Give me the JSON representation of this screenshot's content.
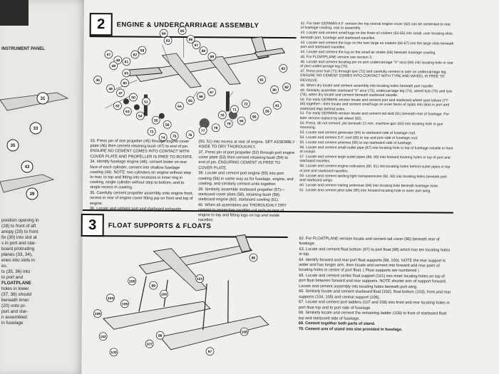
{
  "left_page": {
    "panel_label": "INSTRUMENT PANEL",
    "callouts": [
      "31",
      "33",
      "35",
      "43",
      "39"
    ],
    "text_lines": [
      "position opening in",
      "(28) to front of aft",
      "anopy (29) to front",
      "fix (30) into slot at",
      "s in port and star-",
      "board protruding",
      "planes (33, 34),",
      "enes into slots in",
      "es.",
      "ts (35, 36) into",
      "to port and",
      "FLOATPLANE",
      "holes in lower",
      "(37, 38) should",
      "beneath inner",
      "(20) onto pr-",
      "port and star-",
      "n assembled",
      "in fuselage"
    ]
  },
  "step2": {
    "number": "2",
    "title": "ENGINE & UNDERCARRIAGE ASSEMBLY",
    "callouts": [
      "84",
      "85",
      "83",
      "86",
      "87",
      "88",
      "89",
      "82",
      "58",
      "48",
      "57",
      "49",
      "62",
      "61",
      "63",
      "60",
      "81",
      "80",
      "92",
      "45",
      "46",
      "47",
      "50",
      "51",
      "52",
      "53",
      "54",
      "55",
      "56",
      "64",
      "65",
      "66",
      "67",
      "70",
      "71",
      "72",
      "73",
      "74",
      "75",
      "76",
      "77",
      "78",
      "79",
      "94",
      "95",
      "59",
      "91"
    ],
    "col1": [
      "33. Press pin of one propeller (45) through engine cover plate (46) then cement retaining bush (47) to end of pin. ENSURE NO CEMENT COMES INTO CONTACT WITH COVER PLATE AND PROPELLER IS FREE TO ROTATE.",
      "34. Identify fuselage engine (48), cement boiler on rear face of each cylinder, cement into shallow fuselage cowling (49). NOTE: two cylinders on engine without step to rear, to top and fitting into recesses in inner ring in cowling, single cylinder without step to bottom, and to single recess in cowling.",
      "35. Carefully cement propeller assembly onto engine front, recess in rear of engine cover fitting pip on front and top of engine.",
      "36. Locate and cement port and starboard exhausts"
    ],
    "col2": [
      "(50, 51) into recess at rear of engine. SET ASSEMBLY ASIDE TO DRY THOROUGHLY.",
      "37. Press pin of port propeller (52) through port engine cover plate (53) then cement retaining bush (54) to end of pin. ENSURING CEMENT IS FREE TO COVER PLATE.",
      "38. Locate and cement port engine (55) into port cowling (56) in same way as for fuselage, engine, and cowling, and similarly cement units together.",
      "39. Similarly assemble starboard propeller (57)—starboard cover plate (58), retaining bush (59), starboard engine (60), starboard cowling (61).",
      "40. When all assemblies are THOROUGHLY DRY cement to respective nacelles cut outs on rear of engine to top and fitting lugs on top and inside nacelles."
    ],
    "col3": [
      "41. For later GERMAN A.F. version the top central engine cover (62) can be cemented to rear of fuselage cowling, visit to assembly.",
      "42. Locate and cement small lugs on the three oil coolers (63-65) into small, over locating slots beneath port, fuselage and starboard nacelles.",
      "43. Locate and cement the lugs on the twin large air intakes (66-67) into the large slots beneath port and starboard nacelles.",
      "44. Locate and cement the lug on the small air intake (68) beneath fuselage cowling.",
      "45. For FLOATPLANE version see section 3.",
      "46. Locate and cement locating pin on port undercarriage “V” strut (69) into locating hole in rear of port undercarriage leg (70).",
      "47. Press port hub (71) through tyre (72) and carefully cement to axle on undercarriage leg. ENSURE NO CEMENT COMES INTO CONTACT WITH TYRE AND WHEEL IS FREE TO REVOLVE.",
      "48. When dry locate and cement assembly into locating holes beneath port nacelle.",
      "49. Similarly assemble starboard “V” strut (73), undercarriage leg (74), wheel hub (75) and tyre (76), when dry locate and cement beneath starboard nacelle.",
      "50. For early GERMAN version locate and cement port and starboard wheel spat halves (77-80) together—then locate and cement small lugs on inner faces of spats into slots in port and starboard legs behind axles.",
      "51. For early GERMAN version locate and cement tail skid (81) beneath rear of fuselage. For later version replace by tail wheel (82).",
      "52. Press, do not cement, pin beneath 13 mm. machine-gun (83) into locating hole in gun mounting.",
      "53. Locate and cement generator (84) to starboard side of fuselage roof.",
      "54. Locate and cement D.F. roof (85) to top and port side of fuselage roof.",
      "55. Locate and cement antenna (86) to top starboard side of fuselage.",
      "56. Locate and cement small outlet pipe (87) into locating hole in top of fuselage nacelle in front of cockpit.",
      "57. Locate and cement large outlet pipes (88, 89) into forward locating holes in top of port and starboard nacelles.",
      "58. Locate and cement engine indicators (90, 91) into locating holes behind outlet pipes in top of port and starboard nacelles.",
      "59. Locate and cement landing light transparencies (92, 93) into locating holes beneath port and starboard wings.",
      "60. Locate and cement trailing antennae (94) into locating hole beneath fuselage nose.",
      "61. Locate and cement pitot tube (95) into forward locating hole in outer port wing."
    ]
  },
  "step3": {
    "number": "3",
    "title": "FLOAT SUPPORTS & FLOATS",
    "callouts": [
      "96",
      "97",
      "98",
      "99",
      "100",
      "101",
      "102",
      "103",
      "104",
      "105",
      "106",
      "107",
      "108",
      "109"
    ],
    "col3": [
      "62. For FLOATPLANE version locate and cement tail cover (96) beneath rear of fuselage.",
      "63. Locate and cement float bottom (97) to port float (98) which has ten locating holes in top.",
      "64. Identify forward and rear port float supports (99, 100). NOTE the rear support is wider and has longer arm, then locate and cement into forward and rear pairs of locating holes in centre of port float. ( Float supports are numbered )",
      "65. Locate and cement centre float support (101) into inner locating holes on top of port float between forward and rear supports. NOTE shorter arm of support forward. Locate and cement assembly into locating holes beneath port wing.",
      "66. Similarly locate and cement starboard float (102), float bottom (103), front and rear supports (104, 105) and central support (106).",
      "67. Locate and cement port ladders (107 and 108) into front and rear locating holes in port float top and to port side of fuselage.",
      "68. Similarly locate and cement the remaining ladder (109) to front of starboard float top and starboard side of fuselage.",
      "69. Cement together both parts of stand.",
      "70. Cement arm of stand into slot provided in fuselage."
    ]
  }
}
